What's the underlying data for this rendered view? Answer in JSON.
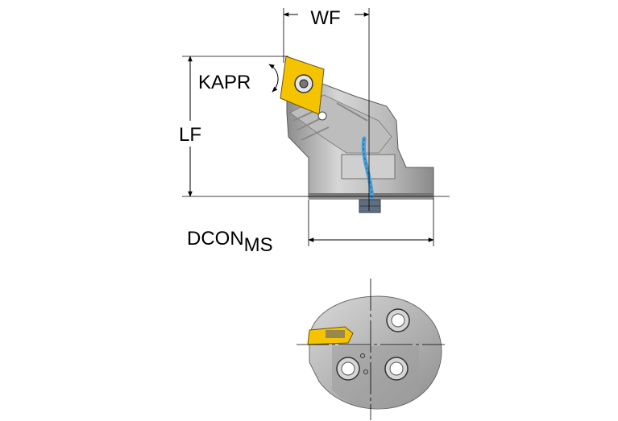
{
  "labels": {
    "wf": "WF",
    "kapr": "KAPR",
    "lf": "LF",
    "dcon_main": "DCON",
    "dcon_sub": "MS"
  },
  "colors": {
    "body_light": "#c9c9c9",
    "body_mid": "#a9a9a9",
    "body_dark": "#7f7f7f",
    "insert": "#f5c400",
    "coolant": "#4a9fd6",
    "line": "#000000"
  }
}
